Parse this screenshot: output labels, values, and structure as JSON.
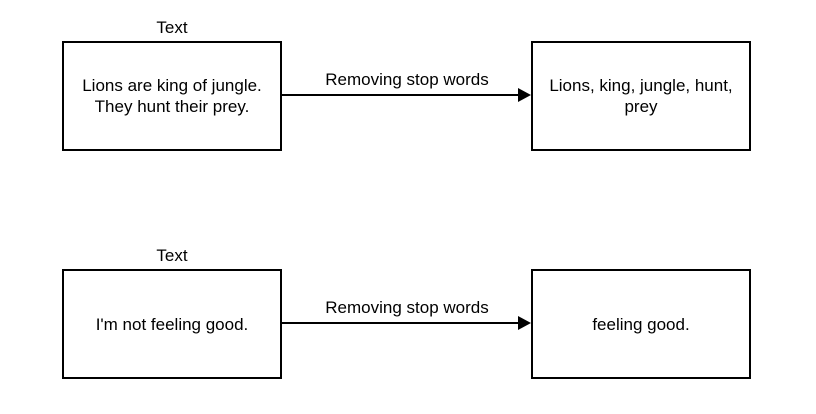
{
  "colors": {
    "background": "#ffffff",
    "border": "#000000",
    "text": "#000000",
    "arrow": "#000000"
  },
  "diagram": {
    "rows": [
      {
        "label": "Text",
        "source_text": "Lions are king of jungle.\nThey hunt their prey.",
        "arrow_label": "Removing stop words",
        "result_text": "Lions, king, jungle, hunt,\nprey"
      },
      {
        "label": "Text",
        "source_text": "I'm not feeling good.",
        "arrow_label": "Removing stop words",
        "result_text": "feeling good."
      }
    ]
  }
}
